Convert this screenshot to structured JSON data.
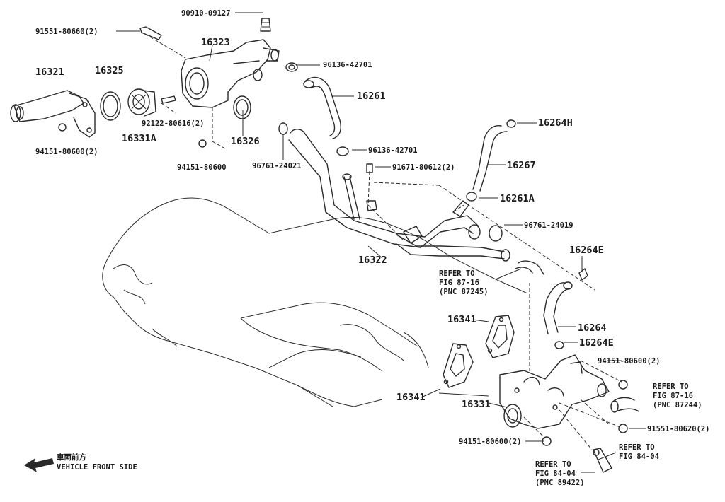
{
  "labels": {
    "l_90910": "90910-09127",
    "l_91551a": "91551-80660(2)",
    "l_16323": "16323",
    "l_96136a": "96136-42701",
    "l_16321": "16321",
    "l_16325": "16325",
    "l_16261": "16261",
    "l_92122": "92122-80616(2)",
    "l_16331A": "16331A",
    "l_16326": "16326",
    "l_94151a": "94151-80600(2)",
    "l_94151b": "94151-80600",
    "l_96761a": "96761-24021",
    "l_16264H": "16264H",
    "l_96136b": "96136-42701",
    "l_91671": "91671-80612(2)",
    "l_16267": "16267",
    "l_16261A": "16261A",
    "l_96761b": "96761-24019",
    "l_16264E_a": "16264E",
    "l_16322": "16322",
    "l_16264": "16264",
    "l_16264E_b": "16264E",
    "l_16341a": "16341",
    "l_16341b": "16341",
    "l_94151c": "94151-80600(2)",
    "l_16331": "16331",
    "l_91551b": "91551-80620(2)",
    "l_94151d": "94151-80600(2)"
  },
  "refs": {
    "ref1_a": "REFER TO",
    "ref1_b": "FIG 87-16",
    "ref1_c": "(PNC 87245)",
    "ref2_a": "REFER TO",
    "ref2_b": "FIG 87-16",
    "ref2_c": "(PNC 87244)",
    "ref3_a": "REFER TO",
    "ref3_b": "FIG 84-04",
    "ref4_a": "REFER TO",
    "ref4_b": "FIG 84-04",
    "ref4_c": "(PNC 89422)"
  },
  "legend": {
    "jp": "車両前方",
    "en": "VEHICLE FRONT SIDE"
  }
}
